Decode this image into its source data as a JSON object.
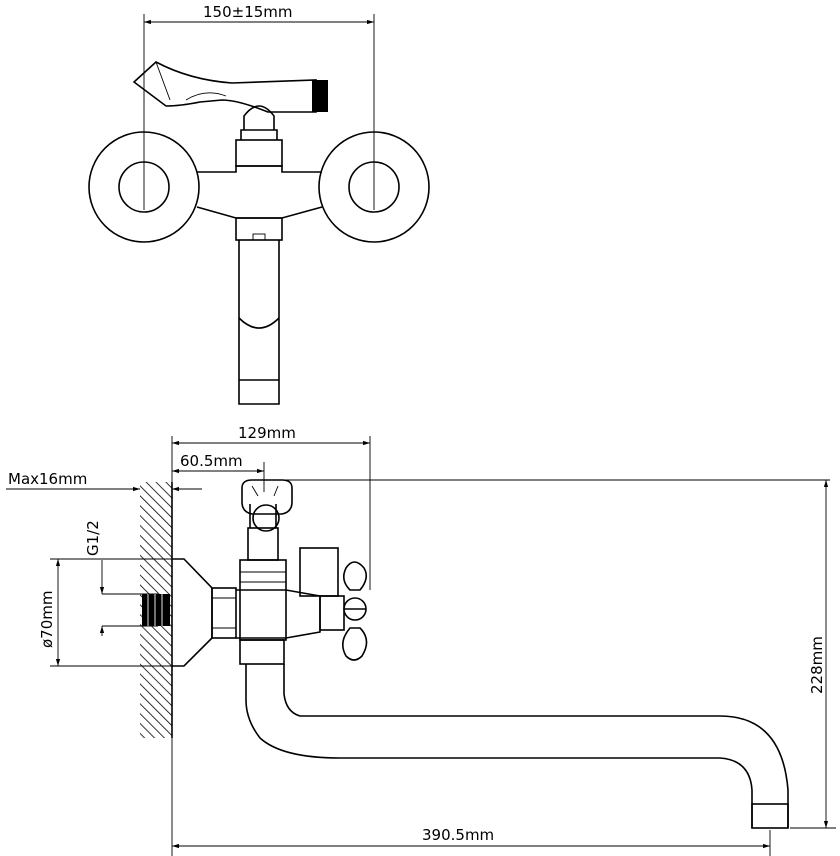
{
  "dimensions": {
    "spacing": "150±15mm",
    "projection": "129mm",
    "offset": "60.5mm",
    "max_wall": "Max16mm",
    "thread": "G1/2",
    "flange_diameter": "ø70mm",
    "height": "228mm",
    "spout_length": "390.5mm"
  }
}
